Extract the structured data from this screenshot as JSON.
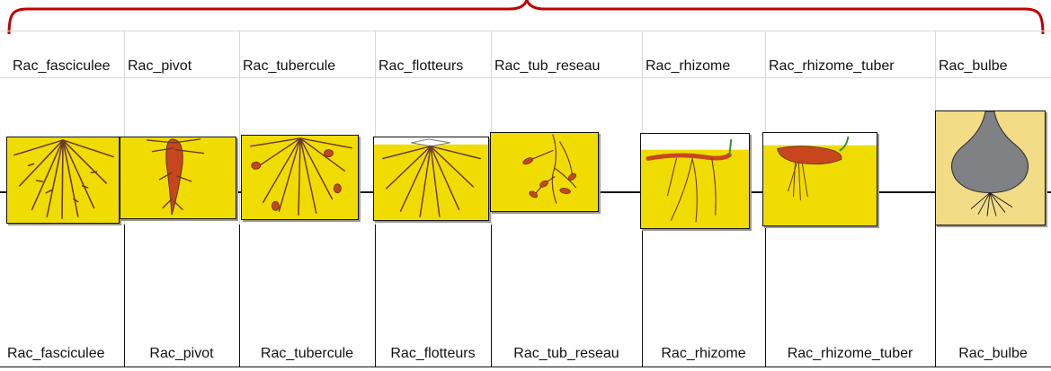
{
  "columns": [
    {
      "id": "fasciculee",
      "header": "Rac_fasciculee",
      "footer": "Rac_fasciculee",
      "image": "fibrous-roots-icon"
    },
    {
      "id": "pivot",
      "header": "Rac_pivot",
      "footer": "Rac_pivot",
      "image": "taproot-icon"
    },
    {
      "id": "tubercule",
      "header": "Rac_tubercule",
      "footer": "Rac_tubercule",
      "image": "tuberous-roots-icon"
    },
    {
      "id": "flotteurs",
      "header": "Rac_flotteurs",
      "footer": "Rac_flotteurs",
      "image": "floating-roots-icon"
    },
    {
      "id": "tub_reseau",
      "header": "Rac_tub_reseau",
      "footer": "Rac_tub_reseau",
      "image": "tuber-network-icon"
    },
    {
      "id": "rhizome",
      "header": "Rac_rhizome",
      "footer": "Rac_rhizome",
      "image": "rhizome-icon"
    },
    {
      "id": "rhizome_tuber",
      "header": "Rac_rhizome_tuber",
      "footer": "Rac_rhizome_tuber",
      "image": "tuberous-rhizome-icon"
    },
    {
      "id": "bulbe",
      "header": "Rac_bulbe",
      "footer": "Rac_bulbe",
      "image": "bulb-icon"
    }
  ],
  "colors": {
    "soil": "#f0dc00",
    "root": "#6b3a2a",
    "tuber": "#c8461e",
    "bulb": "#7f8185",
    "bulb_bg": "#f2dc86",
    "brace": "#c00000",
    "stem": "#3a8a3a"
  }
}
